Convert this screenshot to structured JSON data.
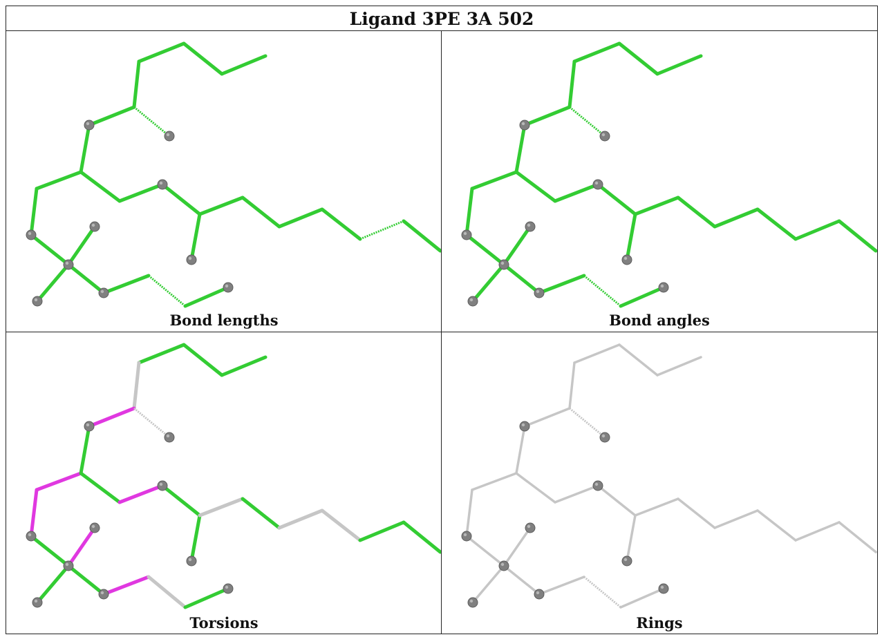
{
  "title": "Ligand 3PE 3A 502",
  "colors": {
    "ok": "#33cc33",
    "outlier": "#e038e0",
    "not_applicable": "#c6c6c6",
    "atom": "#808080"
  },
  "panels": [
    {
      "caption": "Bond lengths",
      "bond_colors": [
        "ok",
        "ok",
        "ok",
        "ok",
        "ok",
        "ok",
        "ok",
        "ok",
        "ok",
        "ok",
        "ok",
        "ok",
        "ok",
        "ok",
        "ok",
        "ok",
        "ok",
        "ok",
        "ok",
        "ok",
        "ok",
        "ok",
        "ok",
        "ok",
        "ok",
        "ok",
        "ok",
        "ok",
        "ok"
      ],
      "dashed": [
        5,
        14,
        24,
        27
      ]
    },
    {
      "caption": "Bond angles",
      "bond_colors": [
        "ok",
        "ok",
        "ok",
        "ok",
        "ok",
        "ok",
        "ok",
        "ok",
        "ok",
        "ok",
        "ok",
        "ok",
        "ok",
        "ok",
        "ok",
        "ok",
        "ok",
        "ok",
        "ok",
        "ok",
        "ok",
        "ok",
        "ok",
        "ok",
        "ok",
        "ok",
        "ok",
        "ok",
        "ok"
      ],
      "dashed": [
        5,
        14,
        27
      ]
    },
    {
      "caption": "Torsions",
      "bond_colors": [
        "ok",
        "ok",
        "ok",
        "not_applicable",
        "outlier",
        "not_applicable",
        "ok",
        "outlier",
        "outlier",
        "ok",
        "outlier",
        "ok",
        "ok",
        "outlier",
        "not_applicable",
        "ok",
        "ok",
        "outlier",
        "ok",
        "ok",
        "not_applicable",
        "ok",
        "not_applicable",
        "not_applicable",
        "ok",
        "ok",
        "ok",
        "not_applicable",
        "ok"
      ],
      "dashed": [
        5
      ]
    },
    {
      "caption": "Rings",
      "bond_colors": [
        "not_applicable",
        "not_applicable",
        "not_applicable",
        "not_applicable",
        "not_applicable",
        "not_applicable",
        "not_applicable",
        "not_applicable",
        "not_applicable",
        "not_applicable",
        "not_applicable",
        "not_applicable",
        "not_applicable",
        "not_applicable",
        "not_applicable",
        "not_applicable",
        "not_applicable",
        "not_applicable",
        "not_applicable",
        "not_applicable",
        "not_applicable",
        "not_applicable",
        "not_applicable",
        "not_applicable",
        "not_applicable",
        "not_applicable",
        "not_applicable",
        "not_applicable",
        "not_applicable"
      ],
      "dashed": [
        5,
        14
      ]
    }
  ]
}
